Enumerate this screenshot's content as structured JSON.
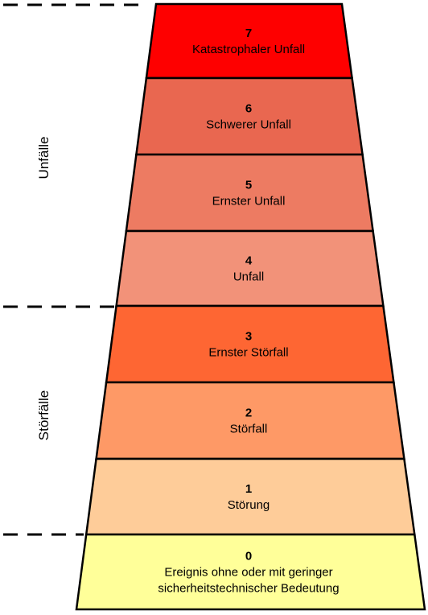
{
  "groups": [
    {
      "label": "Unfälle"
    },
    {
      "label": "Störfälle"
    }
  ],
  "levels": [
    {
      "number": "7",
      "lines": [
        "Katastrophaler Unfall"
      ],
      "color": "#fe0000"
    },
    {
      "number": "6",
      "lines": [
        "Schwerer Unfall"
      ],
      "color": "#e96750"
    },
    {
      "number": "5",
      "lines": [
        "Ernster Unfall"
      ],
      "color": "#ed7b62"
    },
    {
      "number": "4",
      "lines": [
        "Unfall"
      ],
      "color": "#f29279"
    },
    {
      "number": "3",
      "lines": [
        "Ernster Störfall"
      ],
      "color": "#fe6633"
    },
    {
      "number": "2",
      "lines": [
        "Störfall"
      ],
      "color": "#fe9966"
    },
    {
      "number": "1",
      "lines": [
        "Störung"
      ],
      "color": "#fecc99"
    },
    {
      "number": "0",
      "lines": [
        "Ereignis ohne oder mit geringer",
        "sicherheitstechnischer Bedeutung"
      ],
      "color": "#ffff99"
    }
  ]
}
